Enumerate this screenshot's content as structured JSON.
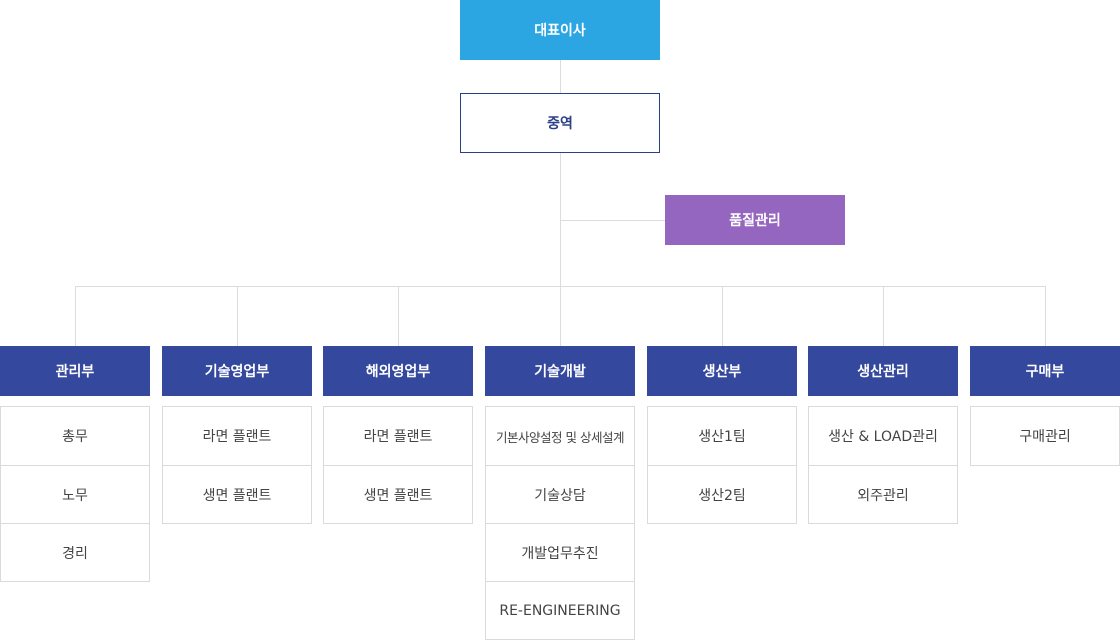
{
  "ceo": "대표이사",
  "executive": "중역",
  "quality": "품질관리",
  "departments": [
    {
      "name": "관리부",
      "subs": [
        "총무",
        "노무",
        "경리"
      ]
    },
    {
      "name": "기술영업부",
      "subs": [
        "라면 플랜트",
        "생면 플랜트"
      ]
    },
    {
      "name": "해외영업부",
      "subs": [
        "라면 플랜트",
        "생면 플랜트"
      ]
    },
    {
      "name": "기술개발",
      "subs": [
        "기본사양설정 및 상세설계",
        "기술상담",
        "개발업무추진",
        "RE-ENGINEERING"
      ]
    },
    {
      "name": "생산부",
      "subs": [
        "생산1팀",
        "생산2팀"
      ]
    },
    {
      "name": "생산관리",
      "subs": [
        "생산 & LOAD관리",
        "외주관리"
      ]
    },
    {
      "name": "구매부",
      "subs": [
        "구매관리"
      ]
    }
  ]
}
